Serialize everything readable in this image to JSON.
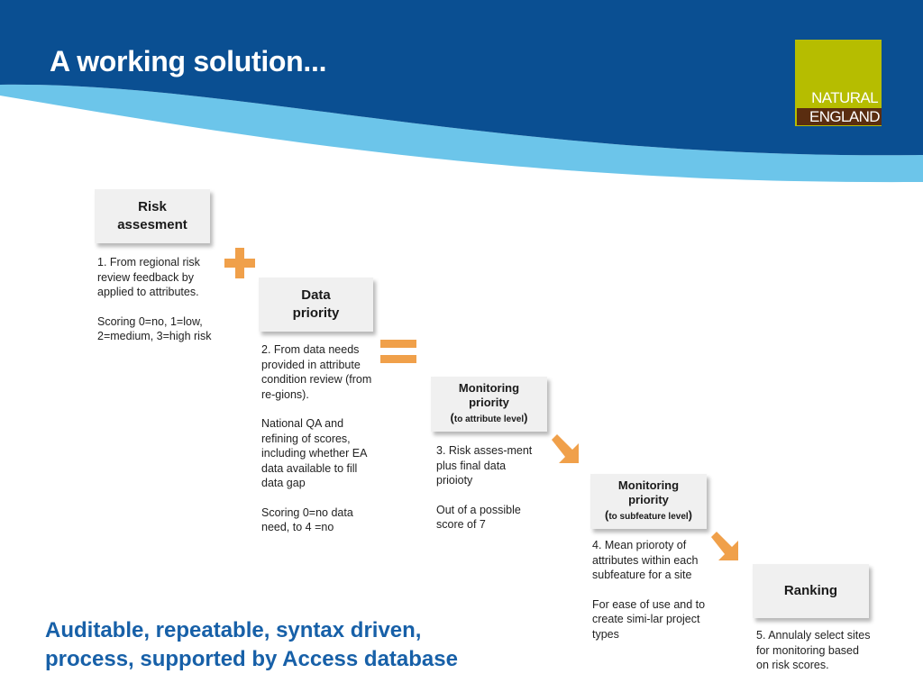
{
  "slide": {
    "title": "A working solution...",
    "colors": {
      "header_dark": "#0a4f92",
      "header_light": "#6cc5ea",
      "accent_orange": "#f0a04a",
      "logo_green": "#b6bd00",
      "logo_brown": "#5a2d10",
      "bottom_text": "#1760a8"
    }
  },
  "logo": {
    "line1": "NATURAL",
    "line2": "ENGLAND"
  },
  "steps": [
    {
      "heading_line1": "Risk",
      "heading_line2": "assesment",
      "paragraphs": [
        "1. From regional risk review feedback by applied to attributes.",
        "Scoring 0=no, 1=low, 2=medium, 3=high risk"
      ]
    },
    {
      "heading_line1": "Data",
      "heading_line2": "priority",
      "paragraphs": [
        "2. From data needs provided in attribute condition review (from re-gions).",
        "National QA and refining of scores, including whether EA data available to fill data gap",
        "Scoring 0=no data need, to 4 =no"
      ]
    },
    {
      "heading_line1": "Monitoring",
      "heading_line2": "priority",
      "heading_paren_open": "(",
      "heading_sub": "to attribute level",
      "heading_paren_close": ")",
      "paragraphs": [
        "3. Risk asses-ment plus final data prioioty",
        "Out of a possible score of 7"
      ]
    },
    {
      "heading_line1": "Monitoring",
      "heading_line2": "priority",
      "heading_paren_open": "(",
      "heading_sub": "to subfeature level",
      "heading_paren_close": ")",
      "paragraphs": [
        "4. Mean prioroty of attributes within each subfeature for a site",
        "For ease of use and to create simi-lar project types"
      ]
    },
    {
      "heading_line1": "Ranking",
      "paragraphs": [
        "5. Annulaly select sites for monitoring based on risk scores."
      ]
    }
  ],
  "connectors": [
    "plus-icon",
    "equals-icon",
    "arrow-down-right-icon",
    "arrow-down-right-icon"
  ],
  "bottom_text": {
    "line1": "Auditable, repeatable, syntax driven,",
    "line2": "process, supported by Access database"
  }
}
